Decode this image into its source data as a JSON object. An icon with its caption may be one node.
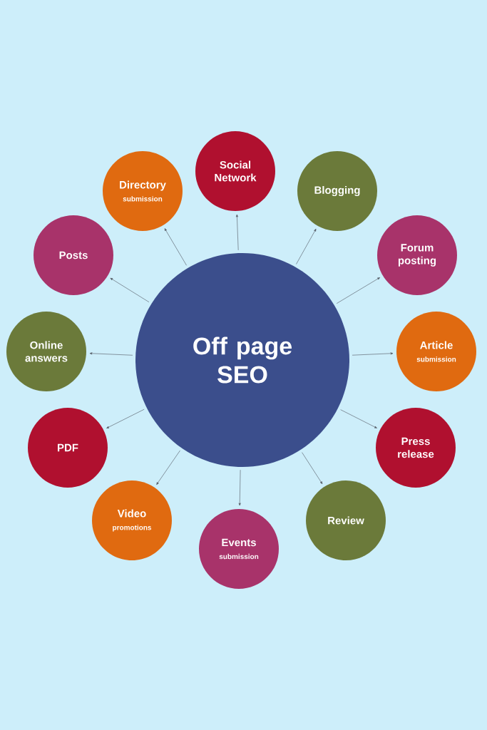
{
  "diagram": {
    "nodes": [
      {
        "text": [
          "Off page SEO"
        ]
      },
      {
        "text": [
          "Social Network"
        ]
      },
      {
        "text": [
          "Blogging"
        ]
      },
      {
        "text": [
          "Forum posting"
        ]
      },
      {
        "text": [
          "Article",
          "submission"
        ]
      },
      {
        "text": [
          "Press release"
        ]
      },
      {
        "text": [
          "Review"
        ]
      },
      {
        "text": [
          "Events",
          "submission"
        ]
      },
      {
        "text": [
          "Video",
          "promotions"
        ]
      },
      {
        "text": [
          "PDF"
        ]
      },
      {
        "text": [
          "Online answers"
        ]
      },
      {
        "text": [
          "Posts"
        ]
      },
      {
        "text": [
          "Directory",
          "submission"
        ]
      }
    ],
    "edges": [
      {
        "from": 0,
        "to": 1,
        "arrow": "to"
      },
      {
        "from": 0,
        "to": 2,
        "arrow": "to"
      },
      {
        "from": 0,
        "to": 3,
        "arrow": "to"
      },
      {
        "from": 0,
        "to": 4,
        "arrow": "to"
      },
      {
        "from": 0,
        "to": 5,
        "arrow": "to"
      },
      {
        "from": 0,
        "to": 6,
        "arrow": "to"
      },
      {
        "from": 0,
        "to": 7,
        "arrow": "to"
      },
      {
        "from": 0,
        "to": 8,
        "arrow": "to"
      },
      {
        "from": 0,
        "to": 9,
        "arrow": "to"
      },
      {
        "from": 0,
        "to": 10,
        "arrow": "to"
      },
      {
        "from": 0,
        "to": 11,
        "arrow": "to"
      },
      {
        "from": 0,
        "to": 12,
        "arrow": "to"
      }
    ]
  }
}
